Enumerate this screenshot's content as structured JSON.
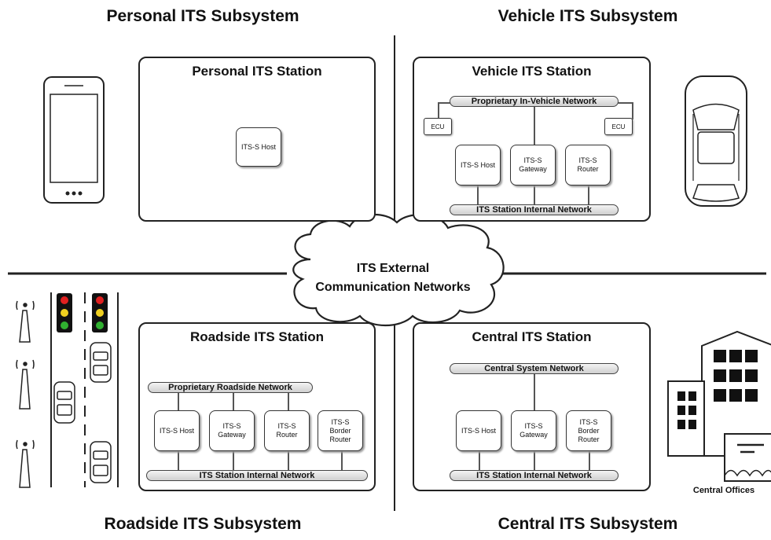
{
  "subsystems": {
    "personal": "Personal ITS Subsystem",
    "vehicle": "Vehicle ITS Subsystem",
    "roadside": "Roadside ITS Subsystem",
    "central": "Central ITS Subsystem"
  },
  "cloud": {
    "line1": "ITS External",
    "line2": "Communication Networks"
  },
  "personal_station": {
    "title": "Personal ITS Station",
    "host": "ITS-S Host"
  },
  "vehicle_station": {
    "title": "Vehicle ITS Station",
    "top_network": "Proprietary In-Vehicle Network",
    "ecu_left": "ECU",
    "ecu_right": "ECU",
    "nodes": [
      "ITS-S Host",
      "ITS-S\nGateway",
      "ITS-S\nRouter"
    ],
    "bottom_network": "ITS Station Internal Network"
  },
  "roadside_station": {
    "title": "Roadside ITS Station",
    "top_network": "Proprietary Roadside Network",
    "nodes": [
      "ITS-S Host",
      "ITS-S\nGateway",
      "ITS-S\nRouter",
      "ITS-S\nBorder\nRouter"
    ],
    "bottom_network": "ITS Station Internal Network"
  },
  "central_station": {
    "title": "Central ITS Station",
    "top_network": "Central System Network",
    "nodes": [
      "ITS-S Host",
      "ITS-S\nGateway",
      "ITS-S\nBorder\nRouter"
    ],
    "bottom_network": "ITS Station Internal Network"
  },
  "central_offices_label": "Central Offices",
  "colors": {
    "red": "#e02020",
    "yellow": "#f0d020",
    "green": "#30b030",
    "line": "#222222"
  }
}
